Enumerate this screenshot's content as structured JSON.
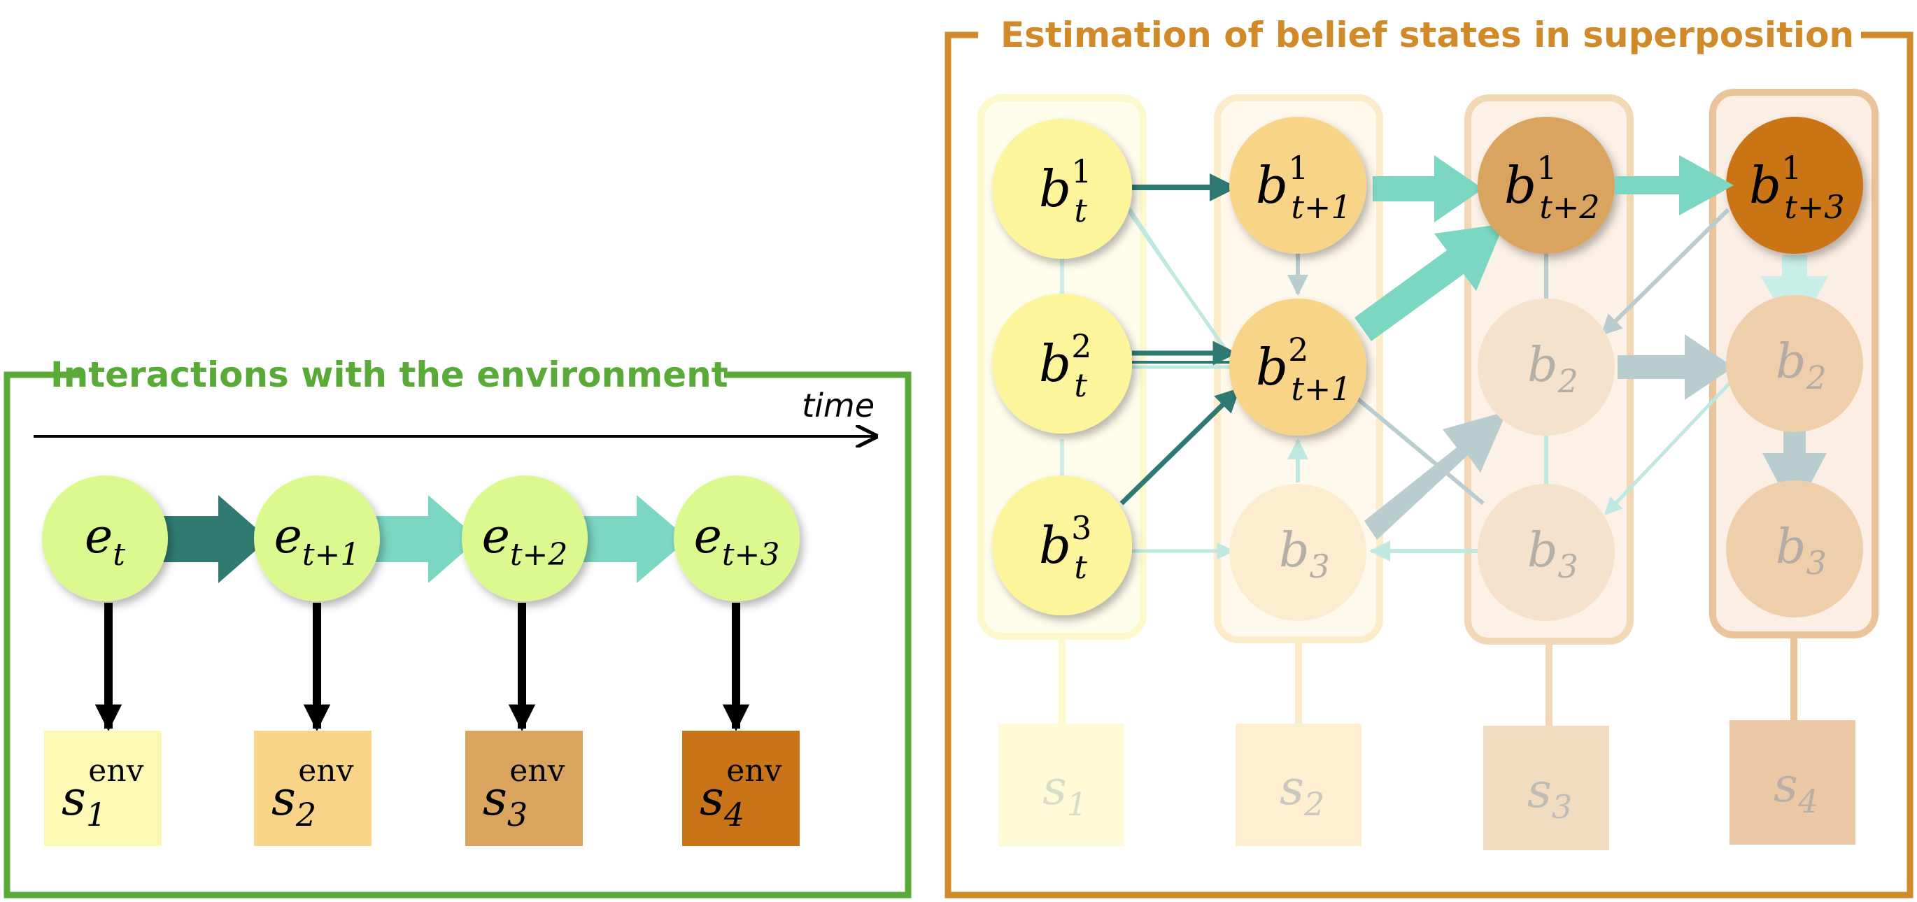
{
  "env_panel": {
    "title": "Interactions with the environment",
    "time_label": "time",
    "frame_color": "#5aaa3a",
    "nodes": [
      {
        "base": "e",
        "sub": "t"
      },
      {
        "base": "e",
        "sub": "t+1"
      },
      {
        "base": "e",
        "sub": "t+2"
      },
      {
        "base": "e",
        "sub": "t+3"
      }
    ],
    "states": [
      {
        "base": "s",
        "sub": "1",
        "sup": "env",
        "color": "#fdf8b4"
      },
      {
        "base": "s",
        "sub": "2",
        "sup": "env",
        "color": "#f7d488"
      },
      {
        "base": "s",
        "sub": "3",
        "sup": "env",
        "color": "#d8a45e"
      },
      {
        "base": "s",
        "sub": "4",
        "sup": "env",
        "color": "#c97418"
      }
    ]
  },
  "belief_panel": {
    "title": "Estimation of belief states in superposition",
    "frame_color": "#d18a2a",
    "nodes": {
      "b1t": {
        "base": "b",
        "sub": "t",
        "sup": "1"
      },
      "b2t": {
        "base": "b",
        "sub": "t",
        "sup": "2"
      },
      "b3t": {
        "base": "b",
        "sub": "t",
        "sup": "3"
      },
      "b1t1": {
        "base": "b",
        "sub": "t+1",
        "sup": "1"
      },
      "b2t1": {
        "base": "b",
        "sub": "t+1",
        "sup": "2"
      },
      "b3t1": {
        "base": "b",
        "sub": "3",
        "sup": ""
      },
      "b1t2": {
        "base": "b",
        "sub": "t+2",
        "sup": "1"
      },
      "b2t2": {
        "base": "b",
        "sub": "2",
        "sup": ""
      },
      "b3t2": {
        "base": "b",
        "sub": "3",
        "sup": ""
      },
      "b1t3": {
        "base": "b",
        "sub": "t+3",
        "sup": "1"
      },
      "b2t3": {
        "base": "b",
        "sub": "2",
        "sup": ""
      },
      "b3t3": {
        "base": "b",
        "sub": "3",
        "sup": ""
      }
    },
    "states": [
      {
        "base": "s",
        "sub": "1"
      },
      {
        "base": "s",
        "sub": "2"
      },
      {
        "base": "s",
        "sub": "3"
      },
      {
        "base": "s",
        "sub": "4"
      }
    ]
  }
}
